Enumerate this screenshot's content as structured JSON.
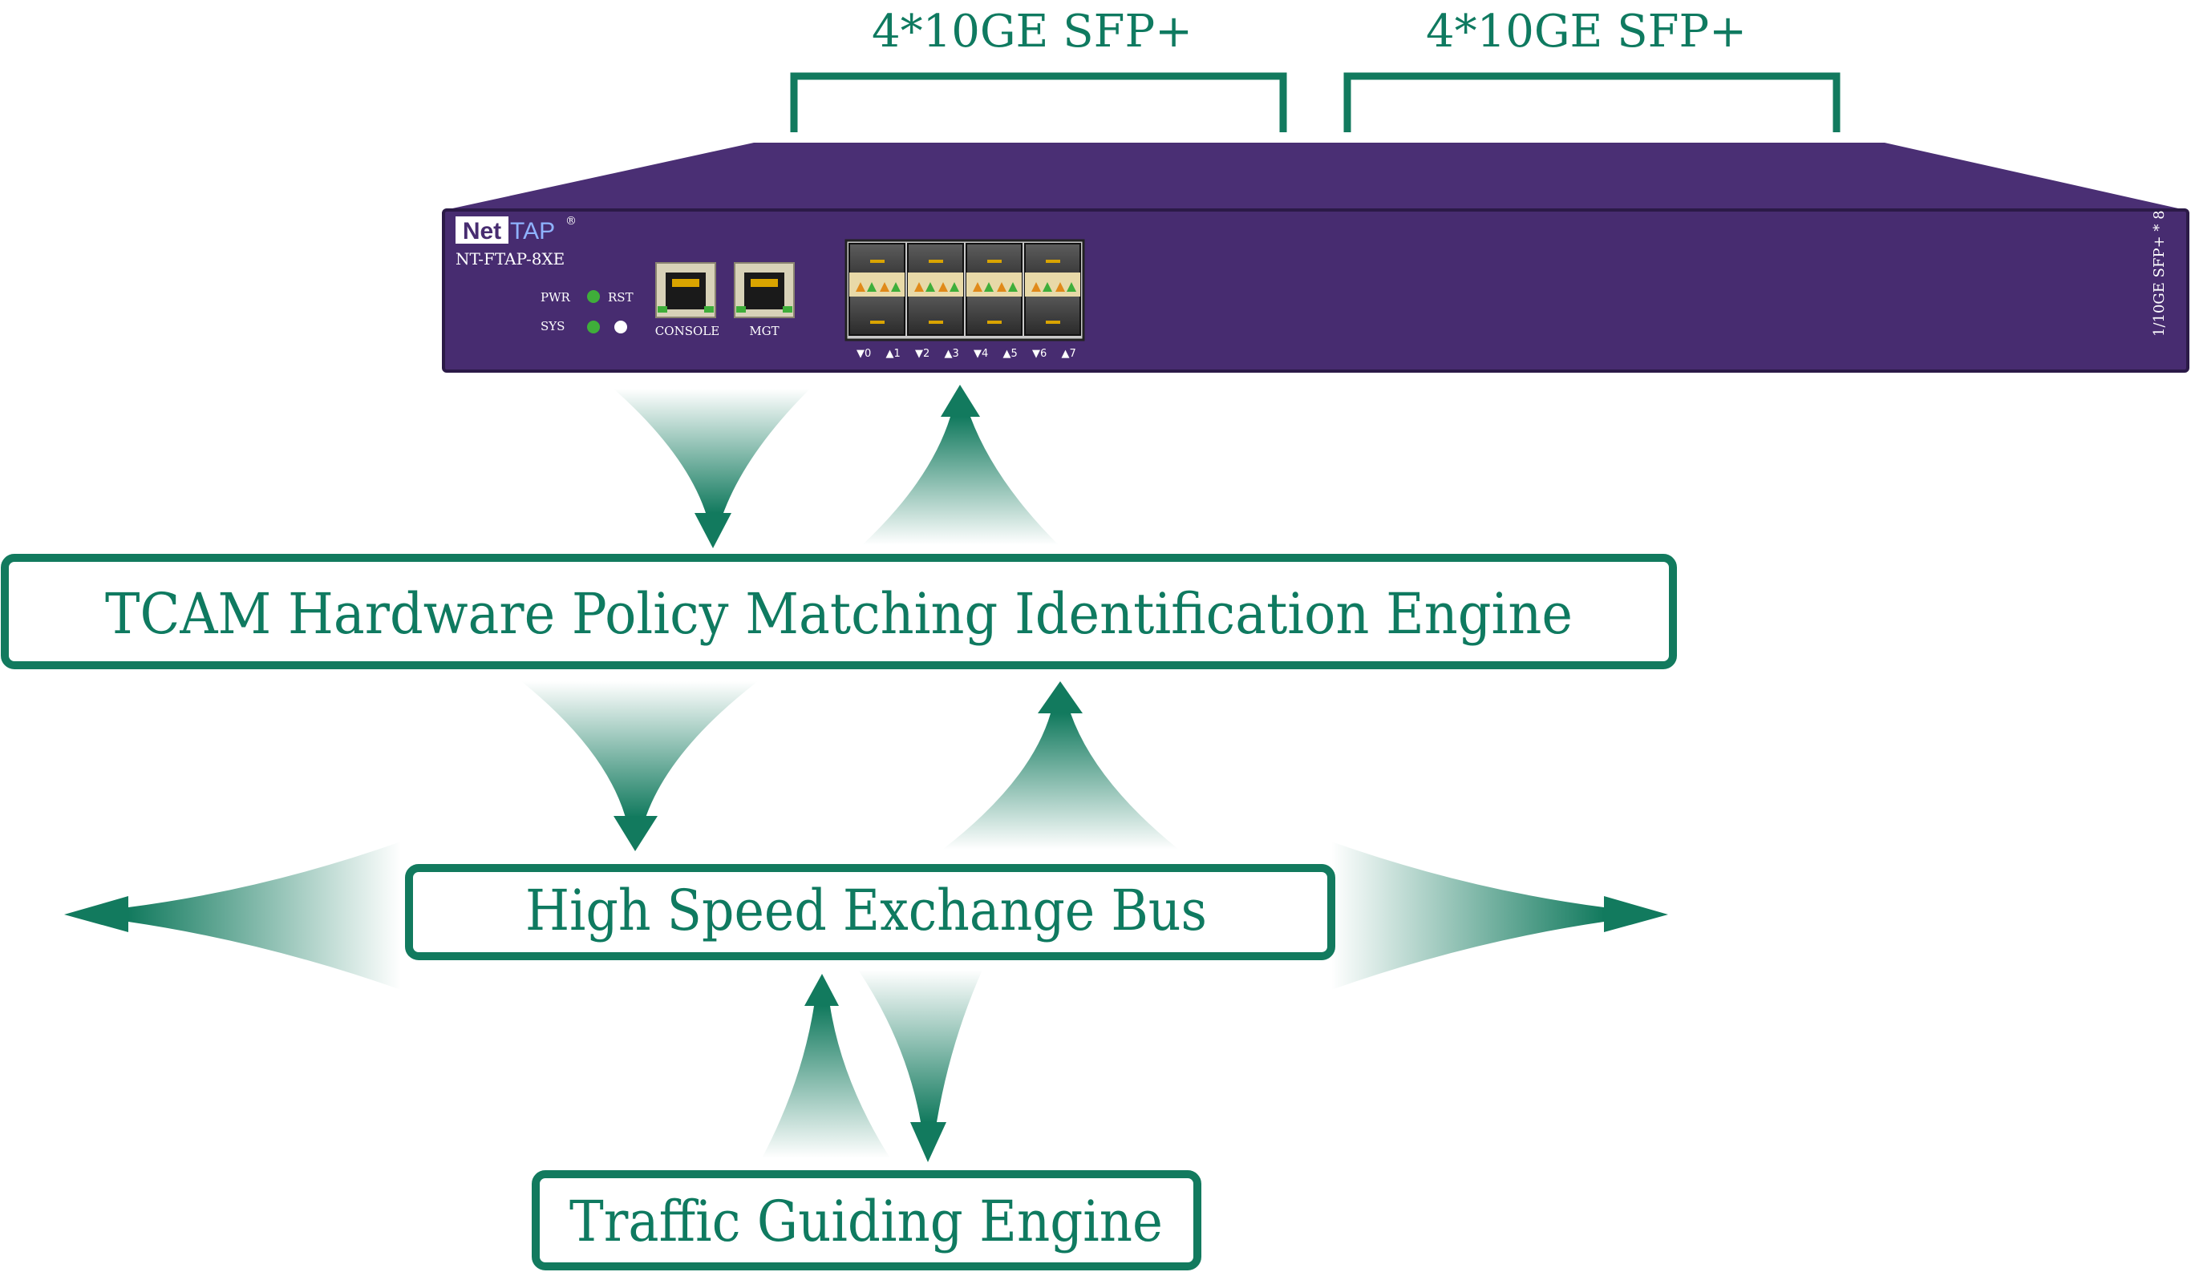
{
  "brackets": {
    "left_label": "4*10GE SFP+",
    "right_label": "4*10GE SFP+"
  },
  "device": {
    "logo_net": "Net",
    "logo_tap": "TAP",
    "logo_mark": "®",
    "model": "NT-FTAP-8XE",
    "led_pwr": "PWR",
    "led_rst": "RST",
    "led_sys": "SYS",
    "port_console": "CONSOLE",
    "port_mgt": "MGT",
    "port_numbers": [
      "▼0",
      "▲1",
      "▼2",
      "▲3",
      "▼4",
      "▲5",
      "▼6",
      "▲7"
    ],
    "side_label": "1/10GE SFP+ * 8",
    "colors": {
      "chassis": "#472c70",
      "chassis_top": "#4a2f74",
      "led_green": "#3fae3a"
    }
  },
  "boxes": {
    "tcam": "TCAM Hardware Policy Matching Identification Engine",
    "bus": "High Speed Exchange Bus",
    "traffic": "Traffic Guiding Engine"
  },
  "colors": {
    "accent": "#127a5e"
  }
}
